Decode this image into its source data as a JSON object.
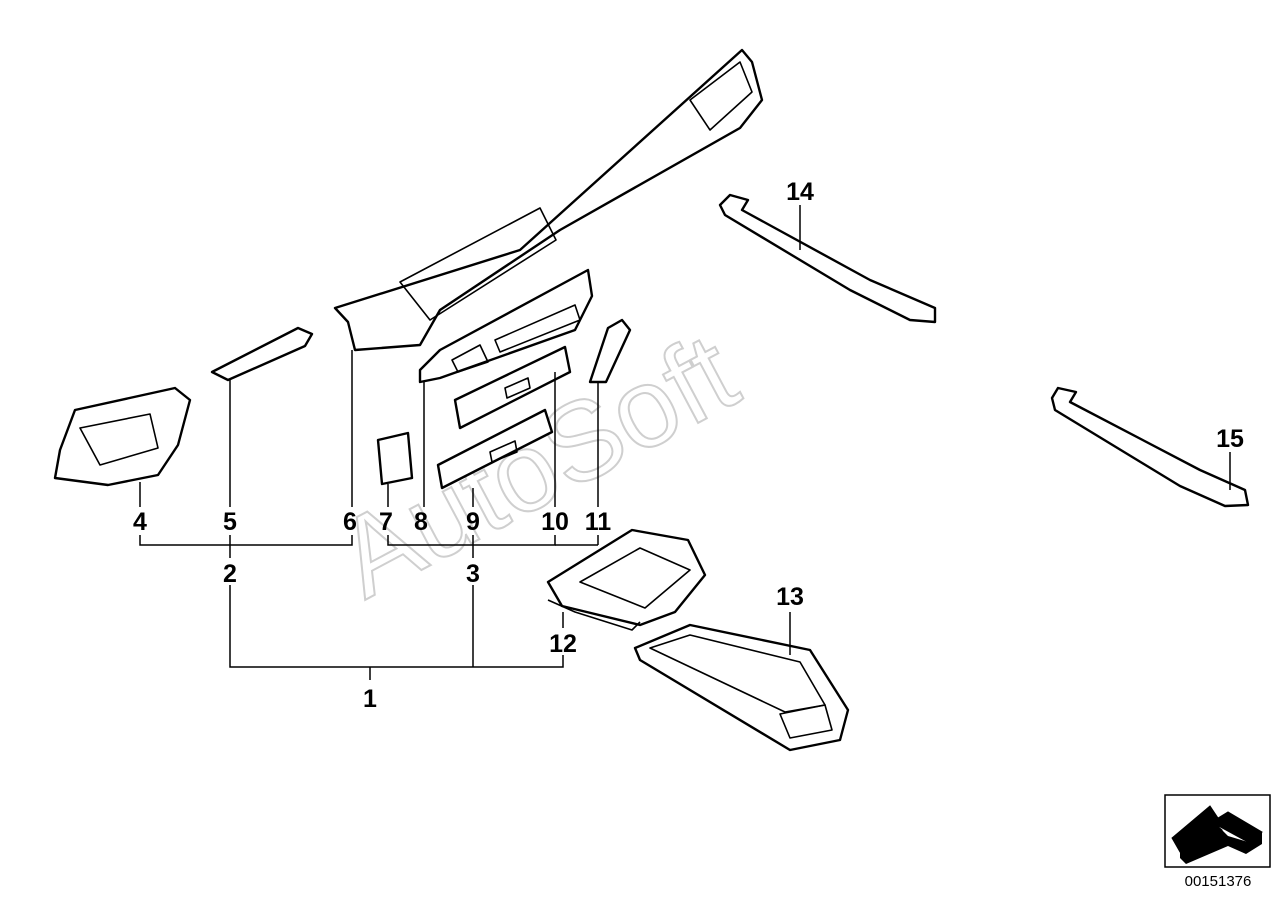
{
  "watermark": "AutoSoft",
  "drawing_number": "00151376",
  "callouts": {
    "c1": "1",
    "c2": "2",
    "c3": "3",
    "c4": "4",
    "c5": "5",
    "c6": "6",
    "c7": "7",
    "c8": "8",
    "c9": "9",
    "c10": "10",
    "c11": "11",
    "c12": "12",
    "c13": "13",
    "c14": "14",
    "c15": "15"
  },
  "colors": {
    "line": "#000000",
    "watermark": "#cfcfcf",
    "background": "#ffffff"
  }
}
